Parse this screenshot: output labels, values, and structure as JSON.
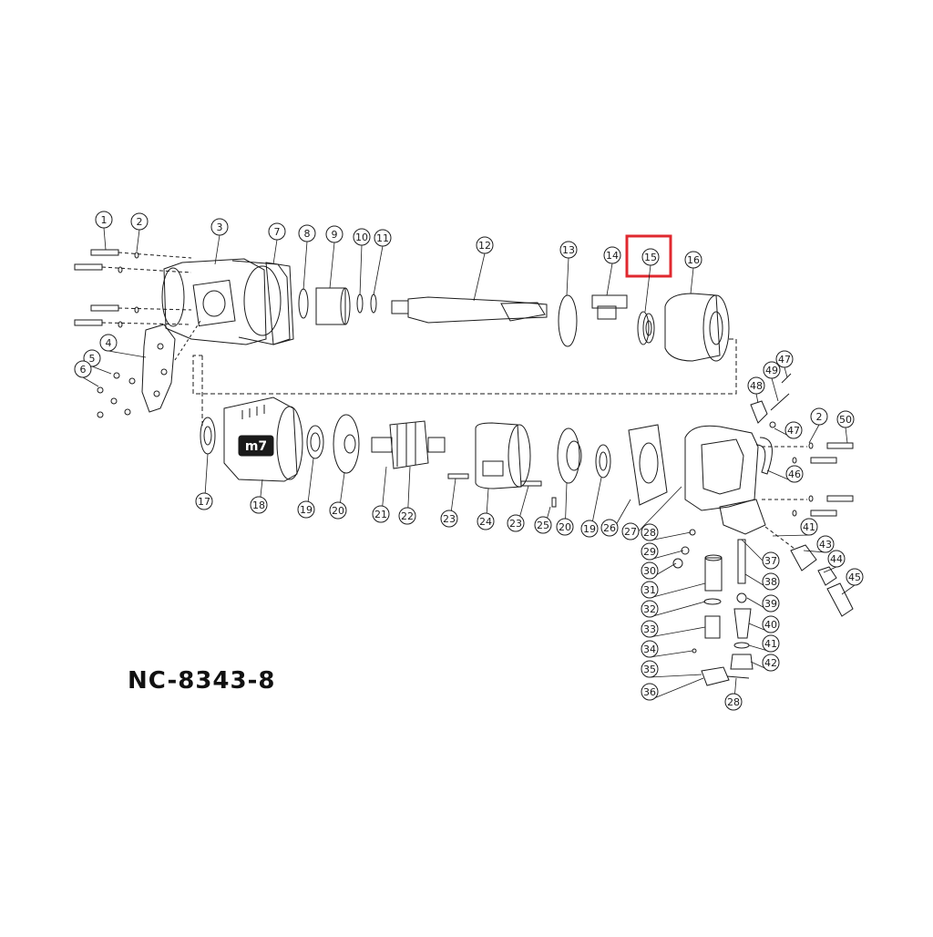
{
  "diagram": {
    "model": "NC-8343-8",
    "brand_logo": "m7",
    "highlighted_part": "15",
    "highlight_color": "#e0282f",
    "line_color": "#1a1a1a",
    "parts": [
      "1",
      "2",
      "3",
      "4",
      "5",
      "6",
      "7",
      "8",
      "9",
      "10",
      "11",
      "12",
      "13",
      "14",
      "15",
      "16",
      "17",
      "18",
      "19",
      "20",
      "21",
      "22",
      "23",
      "24",
      "25",
      "26",
      "27",
      "28",
      "29",
      "30",
      "31",
      "32",
      "33",
      "34",
      "35",
      "36",
      "37",
      "38",
      "39",
      "40",
      "41",
      "42",
      "43",
      "44",
      "45",
      "46",
      "47",
      "48",
      "49",
      "50"
    ],
    "repeated_callouts": [
      "2",
      "19",
      "20",
      "23",
      "28",
      "41",
      "47"
    ]
  }
}
